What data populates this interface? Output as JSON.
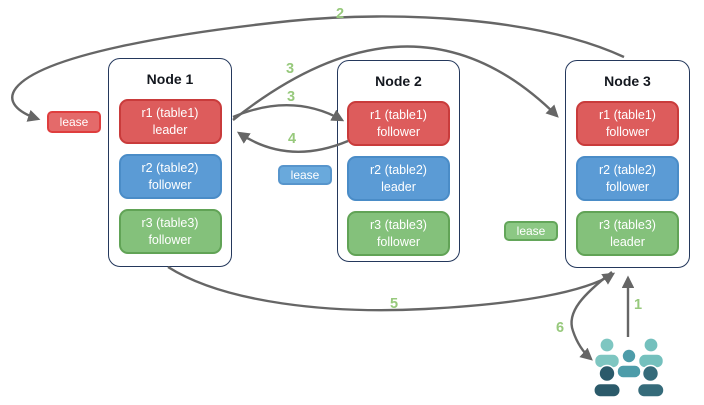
{
  "diagram": {
    "nodes": [
      {
        "title": "Node 1",
        "replicas": [
          {
            "label": "r1 (table1)",
            "role": "leader",
            "color": "red"
          },
          {
            "label": "r2 (table2)",
            "role": "follower",
            "color": "blue"
          },
          {
            "label": "r3 (table3)",
            "role": "follower",
            "color": "green"
          }
        ]
      },
      {
        "title": "Node 2",
        "replicas": [
          {
            "label": "r1 (table1)",
            "role": "follower",
            "color": "red"
          },
          {
            "label": "r2 (table2)",
            "role": "leader",
            "color": "blue"
          },
          {
            "label": "r3 (table3)",
            "role": "follower",
            "color": "green"
          }
        ]
      },
      {
        "title": "Node 3",
        "replicas": [
          {
            "label": "r1 (table1)",
            "role": "follower",
            "color": "red"
          },
          {
            "label": "r2 (table2)",
            "role": "follower",
            "color": "blue"
          },
          {
            "label": "r3 (table3)",
            "role": "leader",
            "color": "green"
          }
        ]
      }
    ],
    "leases": {
      "red": {
        "label": "lease"
      },
      "blue": {
        "label": "lease"
      },
      "green": {
        "label": "lease"
      }
    },
    "step_labels": {
      "s1": "1",
      "s2": "2",
      "s3a": "3",
      "s3b": "3",
      "s4": "4",
      "s5": "5",
      "s6": "6"
    },
    "icons": {
      "users": "users-group-icon"
    },
    "colors": {
      "replica_red": "#dd5c5c",
      "replica_blue": "#5b9bd5",
      "replica_green": "#84c17b",
      "node_border": "#24385c",
      "arrow": "#666666",
      "step_number": "#97c97c",
      "users_light_teal": "#7ec6c1",
      "users_mid_teal": "#4d9ca9",
      "users_dark_slate": "#2b5a6a"
    }
  }
}
